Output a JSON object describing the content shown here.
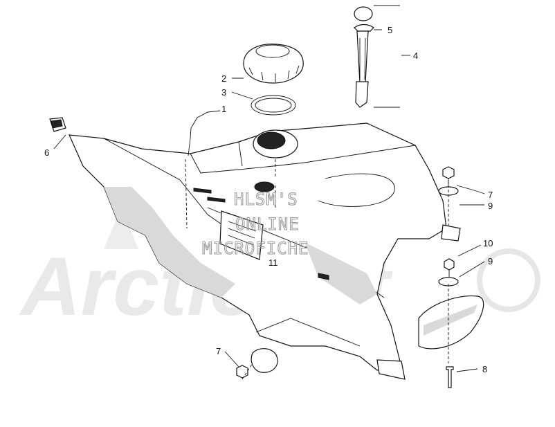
{
  "watermark": {
    "lines": [
      "HLSM'S",
      "ONLINE",
      "MICROFICHE"
    ],
    "brand": "ArcticCat"
  },
  "callouts": [
    {
      "id": "1",
      "label": "1"
    },
    {
      "id": "2",
      "label": "2"
    },
    {
      "id": "3",
      "label": "3"
    },
    {
      "id": "4",
      "label": "4"
    },
    {
      "id": "5",
      "label": "5"
    },
    {
      "id": "6",
      "label": "6"
    },
    {
      "id": "7a",
      "label": "7"
    },
    {
      "id": "9a",
      "label": "9"
    },
    {
      "id": "10",
      "label": "10"
    },
    {
      "id": "9b",
      "label": "9"
    },
    {
      "id": "11",
      "label": "11"
    },
    {
      "id": "7b",
      "label": "7"
    },
    {
      "id": "8",
      "label": "8"
    }
  ],
  "colors": {
    "line": "#111111",
    "watermark": "#e9e9e9",
    "watermark_text": "#9a9a9a"
  }
}
